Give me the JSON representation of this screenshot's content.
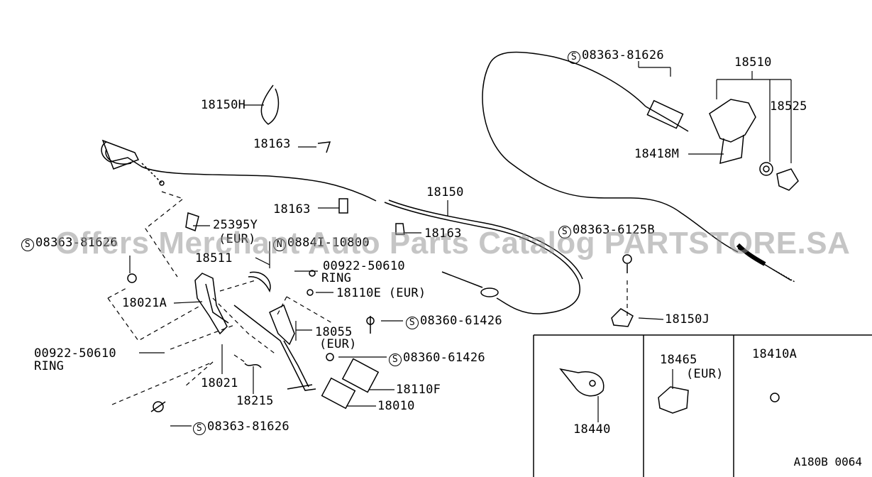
{
  "labels": {
    "p18150H": "18150H",
    "p18163a": "18163",
    "p18163b": "18163",
    "p18163c": "18163",
    "p18150": "18150",
    "p25395Y": "25395Y",
    "p25395Y_sub": "(EUR)",
    "p08363_81626_left": "08363-81626",
    "p0884_10800": "0884I-10800",
    "p18511": "18511",
    "p00922_ring_top": "00922-50610",
    "ring_top": "RING",
    "p18110E": "18110E (EUR)",
    "p18021A": "18021A",
    "p18055": "18055",
    "p18055_sub": "(EUR)",
    "p08360_a": "08360-61426",
    "p08360_b": "08360-61426",
    "p00922_ring_left": "00922-50610",
    "ring_left": "RING",
    "p18021": "18021",
    "p18215": "18215",
    "p18110F": "18110F",
    "p18010": "18010",
    "p08363_81626_bottom": "08363-81626",
    "p08363_81626_top": "08363-81626",
    "p18510": "18510",
    "p18525": "18525",
    "p18418M": "18418M",
    "p08363_6125B": "08363-6125B",
    "p18150J": "18150J",
    "p18465": "18465",
    "p18465_sub": "(EUR)",
    "p18410A": "18410A",
    "p18440": "18440"
  },
  "s_marker": "S",
  "watermark": "Offers Merchant Auto Parts Catalog PARTSTORE.SA",
  "diagram_code": "A180B 0064"
}
